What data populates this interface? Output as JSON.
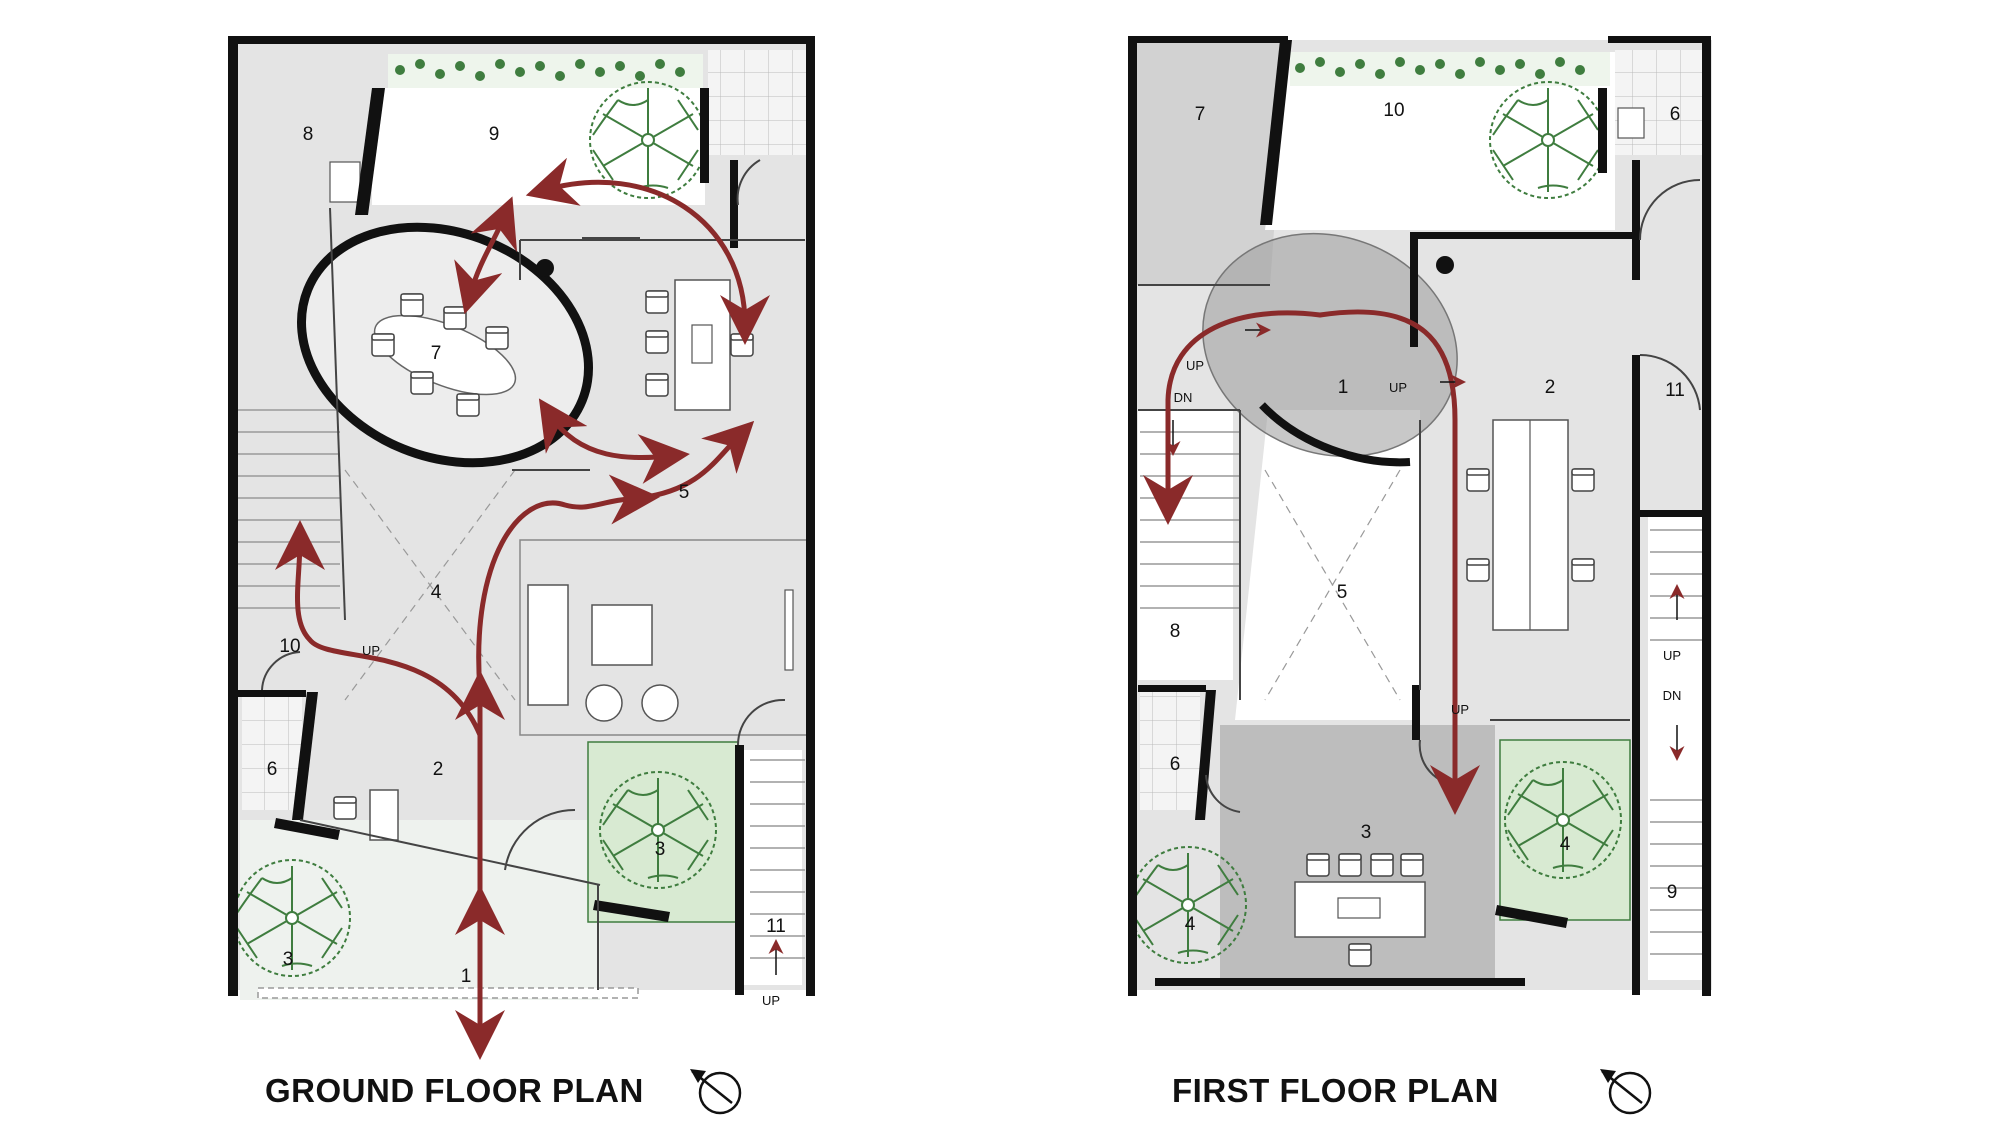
{
  "ground_floor": {
    "title": "GROUND FLOOR PLAN",
    "rooms": [
      "1",
      "2",
      "3",
      "3",
      "4",
      "5",
      "6",
      "7",
      "8",
      "9",
      "10",
      "11"
    ],
    "markers": {
      "up_stair": "UP",
      "up_entry": "UP"
    }
  },
  "first_floor": {
    "title": "FIRST FLOOR PLAN",
    "rooms": [
      "1",
      "2",
      "3",
      "4",
      "4",
      "5",
      "6",
      "6",
      "7",
      "8",
      "9",
      "10",
      "11"
    ],
    "markers": {
      "up_left": "UP",
      "dn_left": "DN",
      "up_mid": "UP",
      "up_lower": "UP",
      "up_right": "UP",
      "dn_right": "DN"
    }
  },
  "colors": {
    "wall": "#111111",
    "floor": "#e4e4e4",
    "floor_dark": "#bdbdbd",
    "circulation_arrow": "#8a2a2a",
    "planting": "#3f7d3f",
    "planting_fill": "#d8ead2"
  },
  "icons": [
    "north-arrow-icon",
    "tree-icon",
    "planter-icon"
  ]
}
